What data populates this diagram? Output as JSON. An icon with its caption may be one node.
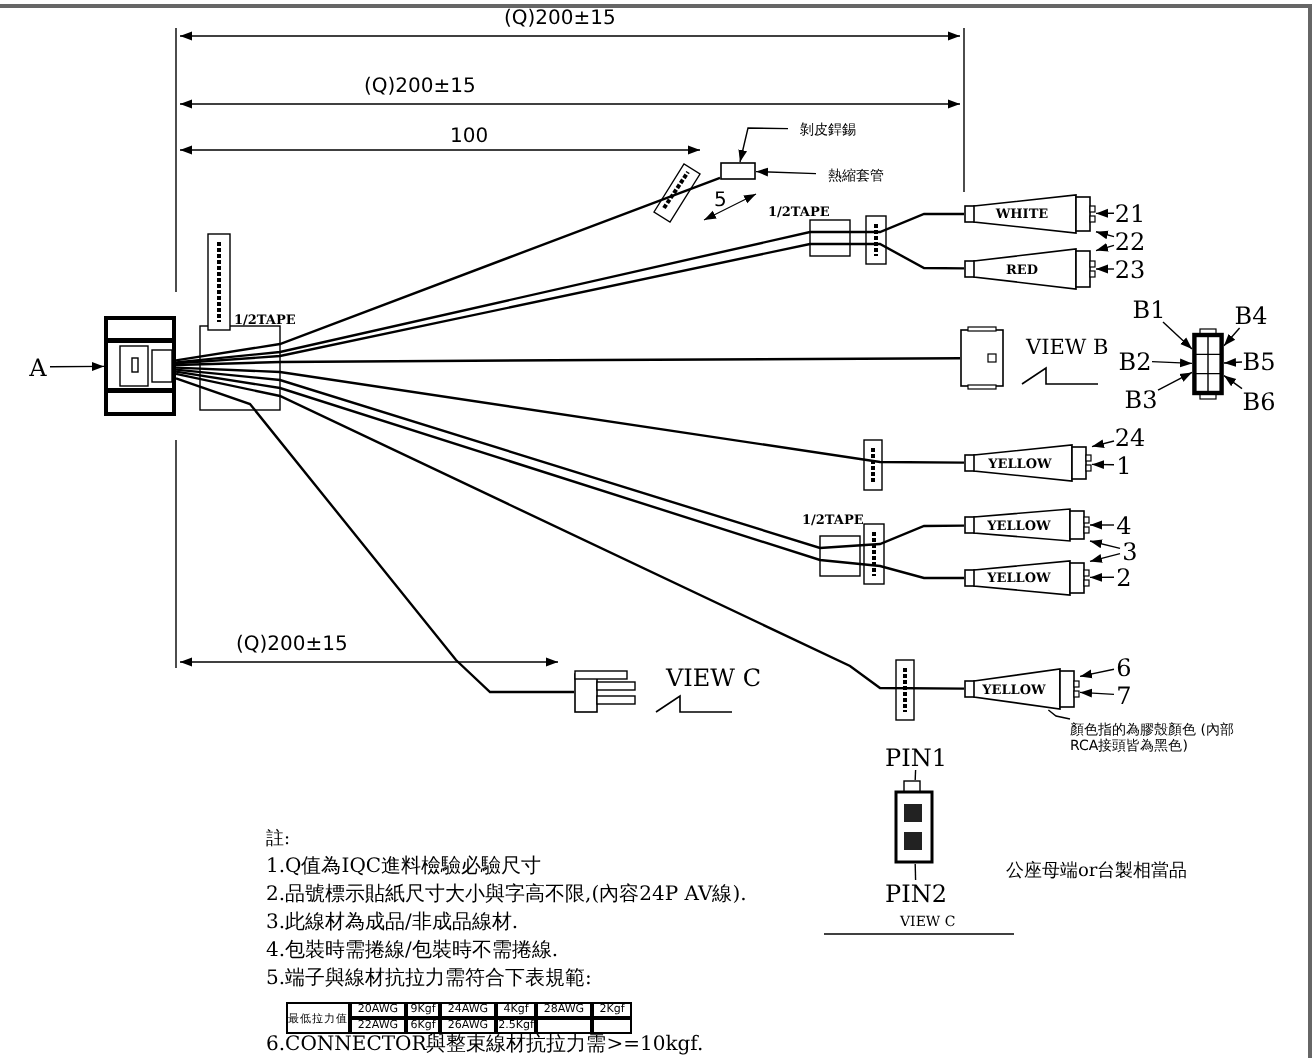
{
  "diagram": {
    "nodes": [
      {
        "text": [],
        "shape": "box"
      },
      {
        "text": [
          "A"
        ]
      },
      {
        "text": [
          "WHITE"
        ]
      },
      {
        "text": [
          "RED"
        ]
      },
      {
        "text": [],
        "shape": "box"
      },
      {
        "text": [
          "YELLOW"
        ]
      },
      {
        "text": [
          "YELLOW"
        ]
      },
      {
        "text": [
          "YELLOW"
        ]
      },
      {
        "text": [
          "YELLOW"
        ]
      },
      {
        "text": [],
        "shape": "box"
      },
      {
        "text": [
          "21"
        ]
      },
      {
        "text": [
          "22"
        ]
      },
      {
        "text": [
          "23"
        ]
      },
      {
        "text": [
          "24"
        ]
      },
      {
        "text": [
          "1"
        ]
      },
      {
        "text": [
          "4"
        ]
      },
      {
        "text": [
          "3"
        ]
      },
      {
        "text": [
          "2"
        ]
      },
      {
        "text": [
          "6"
        ]
      },
      {
        "text": [
          "7"
        ]
      },
      {
        "text": [],
        "shape": "box"
      },
      {
        "text": [
          "B1"
        ]
      },
      {
        "text": [
          "B4"
        ]
      },
      {
        "text": [
          "B2"
        ]
      },
      {
        "text": [
          "B5"
        ]
      },
      {
        "text": [
          "B3"
        ]
      },
      {
        "text": [
          "B6"
        ]
      },
      {
        "text": [],
        "shape": "box"
      },
      {
        "text": [
          "PIN1"
        ]
      },
      {
        "text": [
          "PIN2"
        ]
      },
      {
        "text": [
          "剝皮銲錫"
        ]
      },
      {
        "text": [
          "熱縮套管"
        ]
      },
      {
        "text": [
          "顏色指的為膠殼顏色 (內部RCA接頭皆為黑色)"
        ]
      },
      {
        "text": [],
        "shape": "box"
      }
    ],
    "edges": [
      {
        "from": 1,
        "to": 0,
        "arrow": "to"
      },
      {
        "from": 0,
        "to": 2,
        "arrow": "none"
      },
      {
        "from": 0,
        "to": 3,
        "arrow": "none"
      },
      {
        "from": 0,
        "to": 4,
        "arrow": "none"
      },
      {
        "from": 0,
        "to": 5,
        "arrow": "none"
      },
      {
        "from": 0,
        "to": 6,
        "arrow": "none"
      },
      {
        "from": 0,
        "to": 7,
        "arrow": "none"
      },
      {
        "from": 0,
        "to": 8,
        "arrow": "none"
      },
      {
        "from": 0,
        "to": 9,
        "arrow": "none"
      },
      {
        "from": 0,
        "to": 33,
        "arrow": "none"
      },
      {
        "from": 10,
        "to": 2,
        "arrow": "to"
      },
      {
        "from": 11,
        "to": 2,
        "arrow": "to"
      },
      {
        "from": 11,
        "to": 3,
        "arrow": "to"
      },
      {
        "from": 12,
        "to": 3,
        "arrow": "to"
      },
      {
        "from": 13,
        "to": 5,
        "arrow": "to"
      },
      {
        "from": 14,
        "to": 5,
        "arrow": "to"
      },
      {
        "from": 15,
        "to": 6,
        "arrow": "to"
      },
      {
        "from": 16,
        "to": 6,
        "arrow": "to"
      },
      {
        "from": 16,
        "to": 7,
        "arrow": "to"
      },
      {
        "from": 17,
        "to": 7,
        "arrow": "to"
      },
      {
        "from": 18,
        "to": 8,
        "arrow": "to"
      },
      {
        "from": 19,
        "to": 8,
        "arrow": "to"
      },
      {
        "from": 21,
        "to": 20,
        "arrow": "to"
      },
      {
        "from": 22,
        "to": 20,
        "arrow": "to"
      },
      {
        "from": 23,
        "to": 20,
        "arrow": "to"
      },
      {
        "from": 24,
        "to": 20,
        "arrow": "to"
      },
      {
        "from": 25,
        "to": 20,
        "arrow": "to"
      },
      {
        "from": 26,
        "to": 20,
        "arrow": "to"
      },
      {
        "from": 28,
        "to": 27,
        "arrow": "none"
      },
      {
        "from": 29,
        "to": 27,
        "arrow": "none"
      },
      {
        "from": 30,
        "to": 33,
        "arrow": "to"
      },
      {
        "from": 31,
        "to": 33,
        "arrow": "to"
      },
      {
        "from": 32,
        "to": 8,
        "arrow": "none"
      }
    ],
    "labels": [
      "(Q)200±15",
      "(Q)200±15",
      "100",
      "5",
      "1/2TAPE",
      "1/2TAPE",
      "VIEW B",
      "1/2TAPE",
      "(Q)200±15",
      "VIEW C",
      "VIEW C",
      "公座母端or台製相當品",
      "註:",
      "1.Q值為IQC進料檢驗必驗尺寸",
      "2.品號標示貼紙尺寸大小與字高不限,(內容24P AV線).",
      "3.此線材為成品/非成品線材.",
      "4.包裝時需捲線/包裝時不需捲線.",
      "5.端子與線材抗拉力需符合下表規範:",
      "最低拉力值",
      "20AWG",
      "9Kgf",
      "24AWG",
      "4Kgf",
      "28AWG",
      "2Kgf",
      "22AWG",
      "6Kgf",
      "26AWG",
      "2.5Kgf",
      "6.CONNECTOR與整束線材抗拉力需>=10kgf."
    ]
  }
}
